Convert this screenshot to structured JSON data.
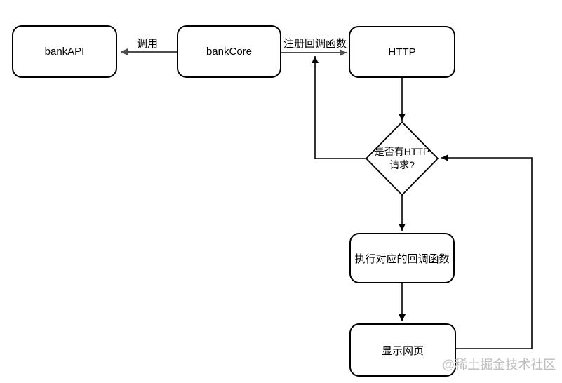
{
  "diagram": {
    "type": "flowchart",
    "background": "#ffffff",
    "nodes": {
      "bank_api": {
        "label": "bankAPI",
        "shape": "rounded-rect"
      },
      "bank_core": {
        "label": "bankCore",
        "shape": "rounded-rect"
      },
      "http": {
        "label": "HTTP",
        "shape": "rounded-rect"
      },
      "decision": {
        "line1": "是否有HTTP",
        "line2": "请求?",
        "shape": "diamond"
      },
      "execute_callback": {
        "label": "执行对应的回调函数",
        "shape": "rounded-rect"
      },
      "display_page": {
        "label": "显示网页",
        "shape": "rounded-rect"
      }
    },
    "edges": [
      {
        "from": "bankCore",
        "to": "bankAPI",
        "label": "调用"
      },
      {
        "from": "bankCore",
        "to": "HTTP",
        "label": "注册回调函数"
      },
      {
        "from": "HTTP",
        "to": "decision",
        "label": ""
      },
      {
        "from": "decision",
        "to": "execute_callback",
        "label": ""
      },
      {
        "from": "execute_callback",
        "to": "display_page",
        "label": ""
      },
      {
        "from": "decision",
        "to": "register-callback-arrow",
        "label": ""
      },
      {
        "from": "display_page",
        "to": "decision",
        "label": ""
      }
    ],
    "watermark": "@稀土掘金技术社区",
    "colors": {
      "node_border": "#000000",
      "node_fill": "#ffffff",
      "line": "#000000",
      "labeled_arrow": "#4d4d4d",
      "text": "#000000",
      "watermark": "#bdbdbd"
    }
  }
}
